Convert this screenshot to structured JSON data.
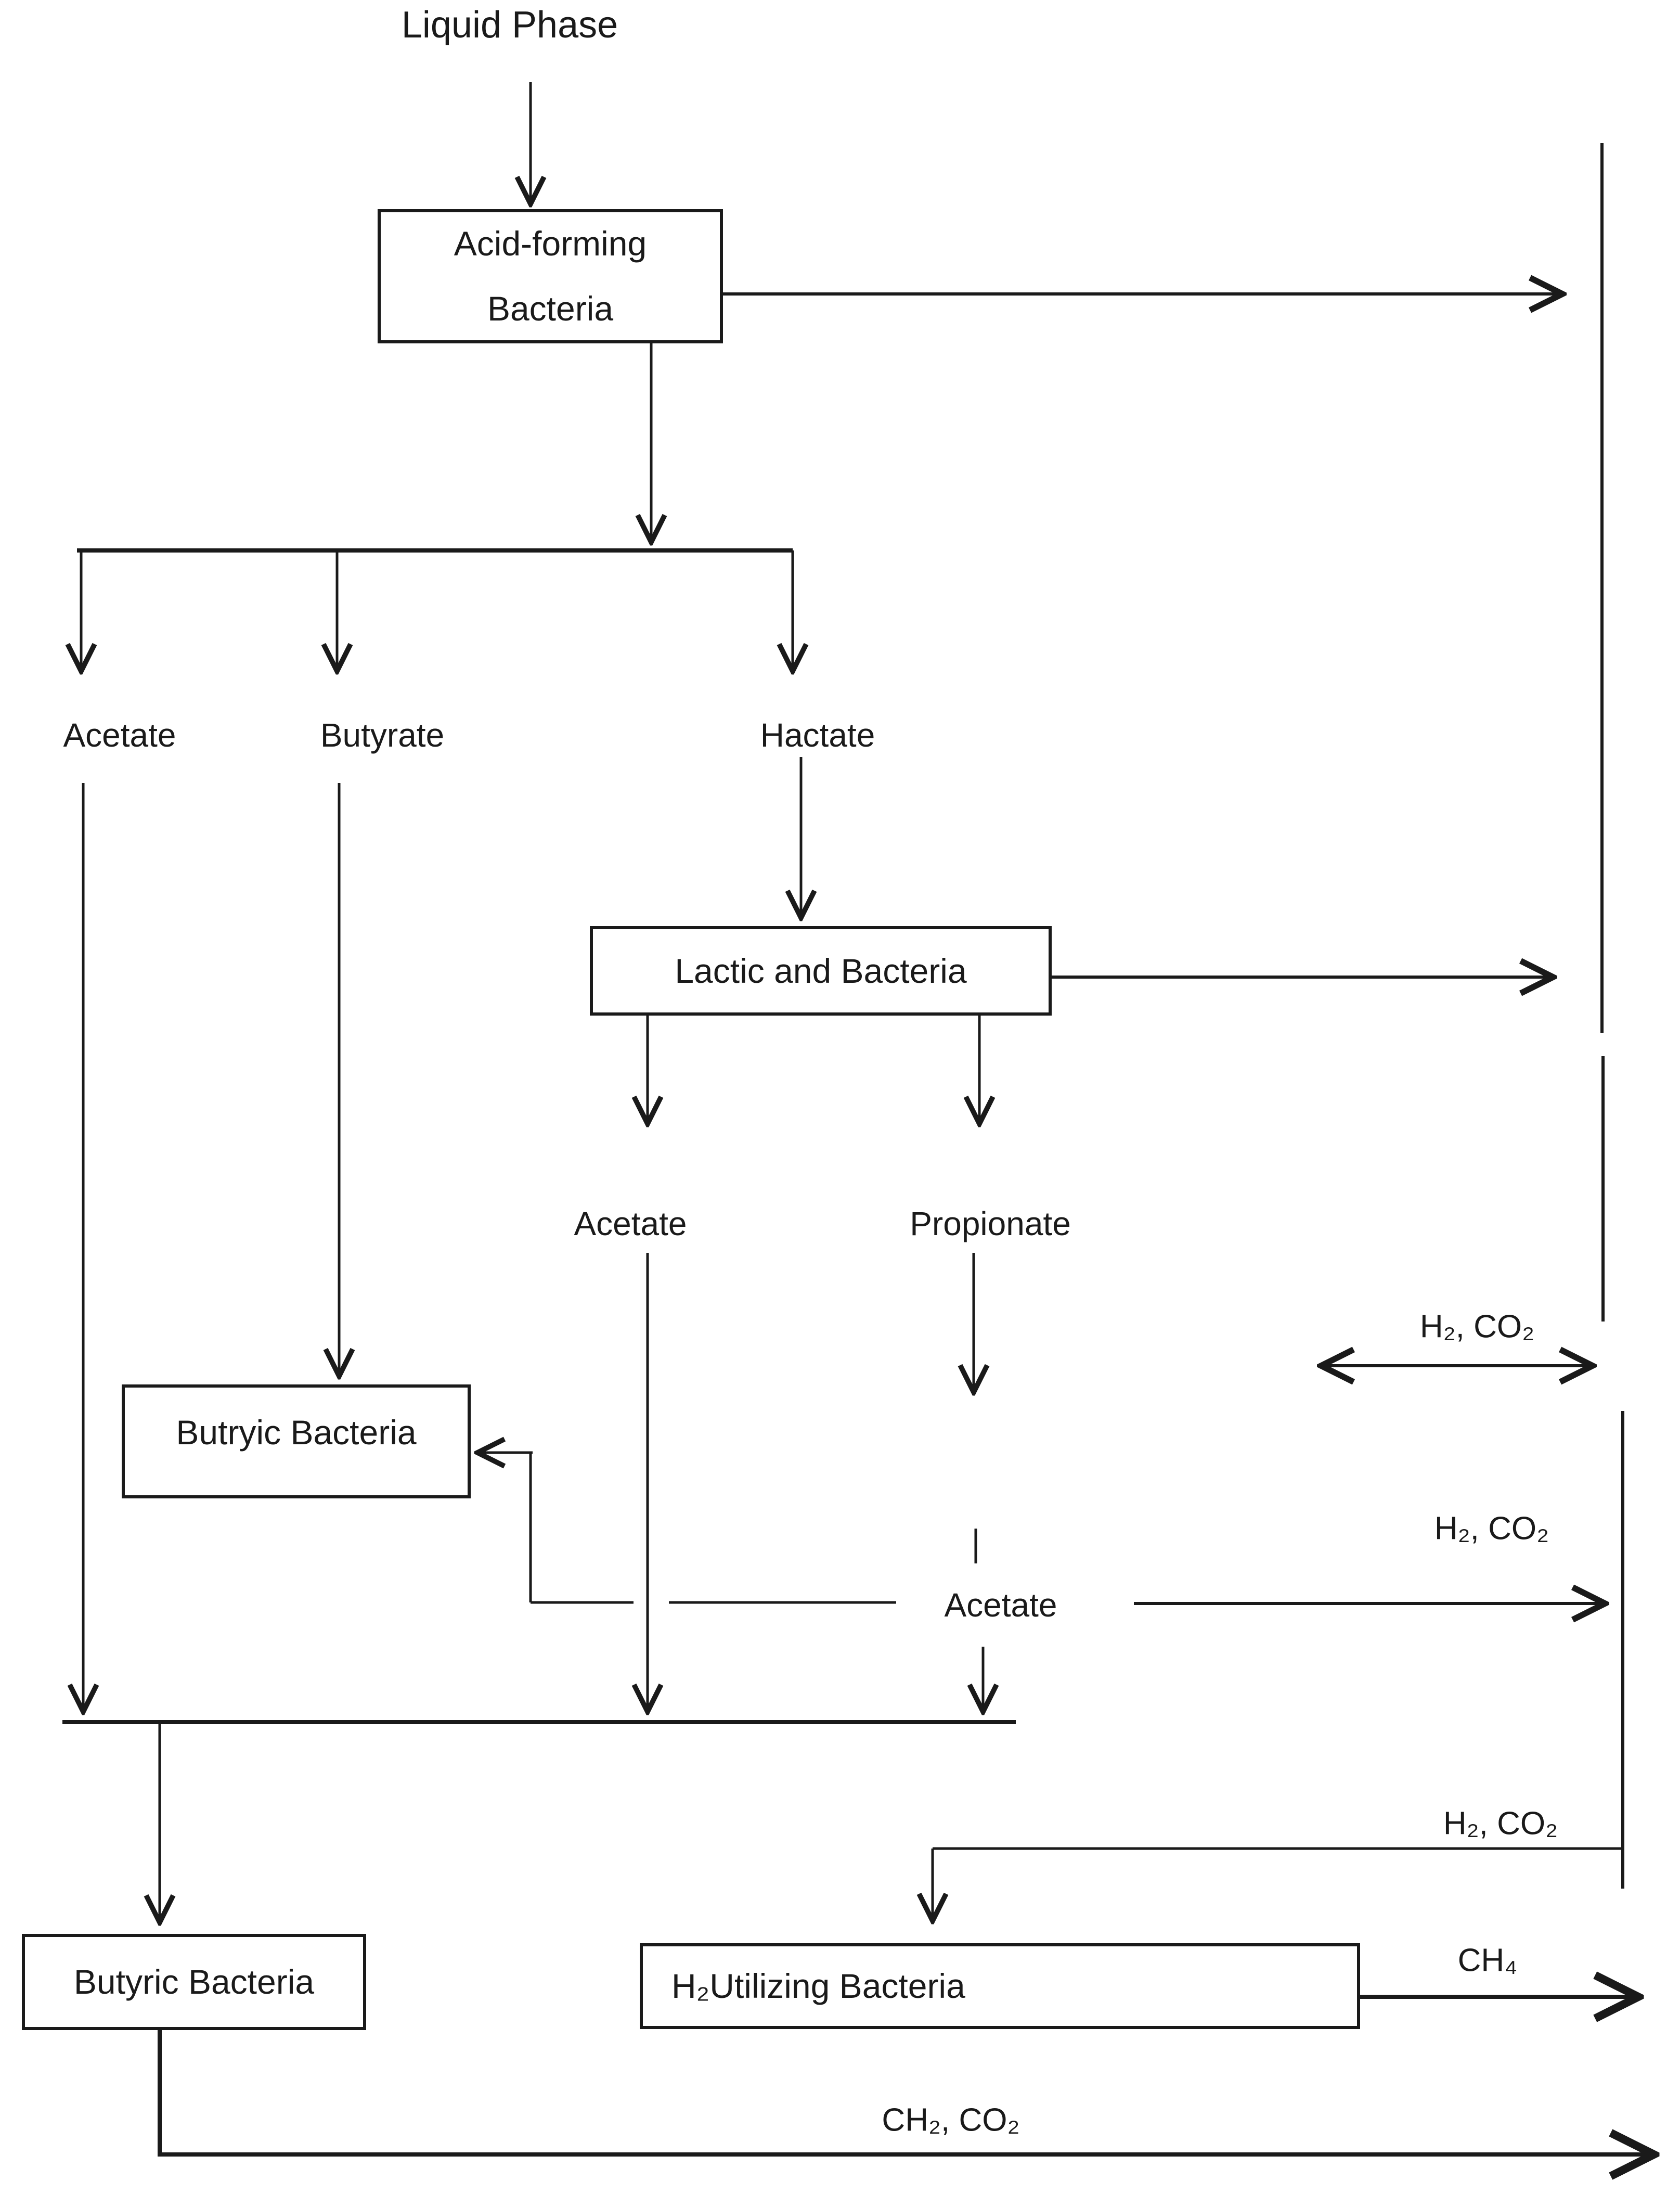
{
  "diagram": {
    "title": "Liquid Phase",
    "boxes": {
      "acid_forming_line1": "Acid-forming",
      "acid_forming_line2": "Bacteria",
      "lactic": "Lactic and Bacteria",
      "butryic": "Butryic Bacteria",
      "butyric": "Butyric Bacteria",
      "h2_utilizing": "H₂Utilizing Bacteria"
    },
    "labels": {
      "acetate_top": "Acetate",
      "butyrate": "Butyrate",
      "hactate": "Hactate",
      "acetate_mid": "Acetate",
      "propionate": "Propionate",
      "acetate_lower": "Acetate",
      "h2_co2_a": "H₂, CO₂",
      "h2_co2_b": "H₂, CO₂",
      "h2_co2_c": "H₂, CO₂",
      "ch4": "CH₄",
      "ch2_co2": "CH₂, CO₂"
    },
    "colors": {
      "ink": "#1a1a1a",
      "background": "#ffffff"
    }
  }
}
